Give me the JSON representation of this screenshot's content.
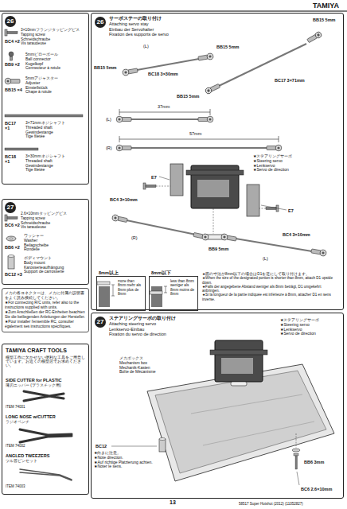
{
  "diagram": {
    "nodes": [
      {
        "text": [
          "26"
        ]
      },
      {
        "text": [
          "26",
          "サーボステーの取り付け",
          "Attaching servo stay",
          "Einbau der Servohalter",
          "Fixation des supports de servo"
        ]
      },
      {
        "text": [
          "27"
        ]
      },
      {
        "text": [
          "27",
          "ステアリングサーボの取り付け",
          "Attaching steering servo",
          "Lenkservo-Einbau",
          "Fixation du servo de direction"
        ]
      },
      {
        "text": [
          "メカの各コネクターは、メカに付属の説明書をよく読み接続してください。",
          "★For connecting R/C units, refer also to the instructions supplied with units.",
          "★Zum Anschließen der RC-Einheiten beachten Sie die beiliegenden Anleitungen der Hersteller.",
          "★Pour installer l'ensemble RC, consulter également ses instructions spécifiques."
        ]
      },
      {
        "text": [
          "TAMIYA CRAFT TOOLS",
          "模型工作に欠かせない便利な工具をご用意しています。お近くの模型店でお求めください。",
          "SIDE CUTTER for PLASTIC",
          "薄刃ニッパー (プラスチック用)",
          "ITEM 74001",
          "LONG NOSE w/CUTTER",
          "ラジオペンチ",
          "ITEM 74002",
          "ANGLED TWEEZERS",
          "ツル首ピンセット",
          "ITEM 74003"
        ]
      },
      {
        "text": [
          "8mm以上",
          "more than 8mm mehr als 8mm plus de 8mm"
        ],
        "in": 1
      },
      {
        "text": [
          "8mm以下",
          "less than 8mm weniger als 8mm moins de 8mm"
        ],
        "in": 1
      }
    ],
    "labels": [
      "TAMIYA",
      "BC4 ×2",
      "3×10mmフランジタッピングビス",
      "Tapping screw",
      "Schneidschraube",
      "Vis taraudeuse",
      "BB9 ×2",
      "5mmピローボール",
      "Ball connector",
      "Kugelkopf",
      "Connecteur à rotule",
      "BB15 ×4",
      "5mmアジャスター",
      "Adjuster",
      "Einstellstück",
      "Chape à rotule",
      "BC17",
      "×1",
      "3×71mmネジシャフト",
      "Threaded shaft",
      "Gewindestange",
      "Tige filetée",
      "BC18",
      "×1",
      "3×30mmネジシャフト",
      "Threaded shaft",
      "Gewindestange",
      "Tige filetée",
      "BC6 ×2",
      "2.6×10mmタッピングビス",
      "Tapping screw",
      "Schneidschraube",
      "Vis taraudeuse",
      "BB6 ×2",
      "ワッシャー",
      "Washer",
      "Beilagscheibe",
      "Rondelle",
      "BC12 ×3",
      "ボディマウント",
      "Body mount",
      "Karosserieaufhängung",
      "Support de carrosserie",
      "BB15 5mm",
      "(L)",
      "BB15 5mm",
      "BC18 3×30mm",
      "BB15 5mm",
      "BC17 3×71mm",
      "BB15 5mm",
      "(L)",
      "37mm",
      "(R)",
      "57mm",
      "★ステアリングサーボ",
      "★Steering servo",
      "★Lenkservo",
      "★Servo de direction",
      "E7",
      "E7",
      "BC4 3×10mm",
      "BC4 3×10mm",
      "(R)",
      "BB9 5mm",
      "(L)",
      "★図の寸法が8mm以下の場合はD1を逆にして取り付けます。",
      "★When the size of the designated portion is shorter than 8mm, attach D1 upside down.",
      "★Falls der angegebene Abstand weniger als 8mm beträgt, D1 umgekehrt anbringen.",
      "★Si la longueur de la partie indiquée est inférieure à 8mm, attacher D1 en sens inverse.",
      "★ステアリングサーボ",
      "★Steering servo",
      "★Lenkservo",
      "★Servo de direction",
      "メカボックス",
      "Mechanism box",
      "Mechanik-Kasten",
      "Boîte de Mécanisme",
      "BC12",
      "★向きに注意。",
      "★Note direction.",
      "★Auf richtige Platzierung achten.",
      "★Noter le sens.",
      "BB6 3mm",
      "BC6 2.6×10mm",
      "13",
      "58517 Super Hotshot (2012) (11052827)"
    ]
  }
}
